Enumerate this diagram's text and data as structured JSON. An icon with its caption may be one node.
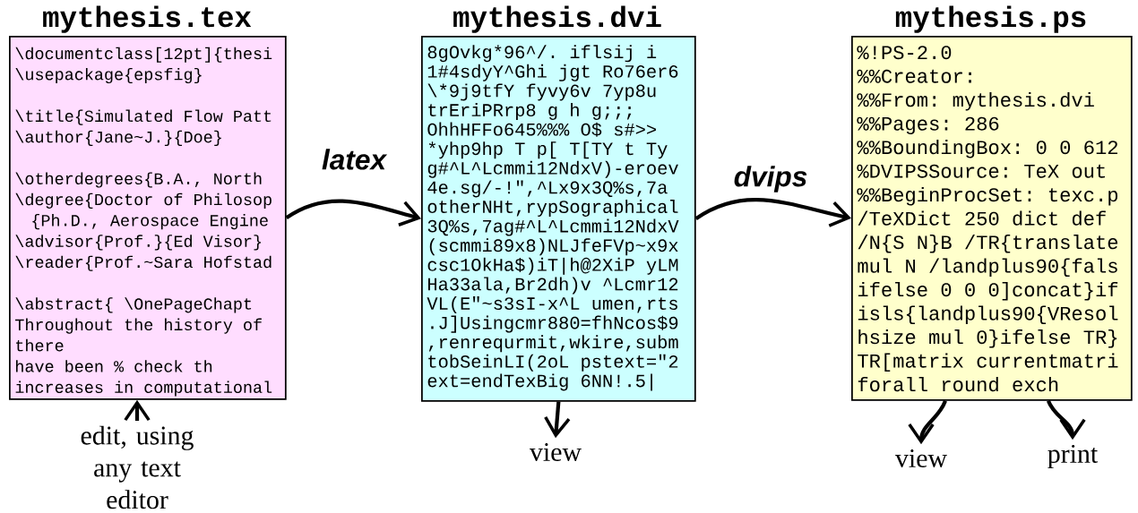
{
  "diagram": {
    "nodes": [
      {
        "text": [
          "mythesis.tex",
          "\\documentclass[12pt]{thesi",
          "\\usepackage{epsfig}",
          "\\title{Simulated Flow Patt",
          "\\author{Jane~J.}{Doe}",
          "\\otherdegrees{B.A., North",
          "\\degree{Doctor of Philosop",
          "{Ph.D., Aerospace Engine",
          "\\advisor{Prof.}{Ed Visor}",
          "\\reader{Prof.~Sara Hofstad",
          "\\abstract{ \\OnePageChapt",
          "Throughout the history of",
          "there",
          "have been % check th",
          "increases in computational"
        ]
      },
      {
        "text": [
          "mythesis.dvi",
          "8gOvkg*96^/. iflsij i",
          "1#4sdyY^Ghi jgt Ro76er6",
          "\\*9j9tfY fyvy6v 7yp8u",
          "trEriPRrp8 g h g;;;",
          "OhhHFFo645%%% O$ s#>>",
          "*yhp9hp T p[ T[TY t Ty",
          "g#^L^Lcmmi12NdxV)-eroev",
          "4e.sg/-!\",^Lx9x3Q%s,7a",
          "otherNHt,rypSographical",
          "3Q%s,7ag#^L^Lcmmi12NdxV",
          "(scmmi89x8)NLJfeFVp~x9x",
          "csc1OkHa$)iT|h@2XiP yLM",
          "Ha33ala,Br2dh)v ^Lcmr12",
          "VL(E\"~s3sI-x^L umen,rts",
          ".J]Usingcmr880=fhNcos$9",
          ",renrequrmit,wkire,subm",
          "tobSeinLI(2oL pstext=\"2",
          "ext=endTexBig 6NN!.5|"
        ]
      },
      {
        "text": [
          "mythesis.ps",
          "%!PS-2.0",
          "%%Creator:",
          "%%From: mythesis.dvi",
          "%%Pages: 286",
          "%%BoundingBox: 0 0 612",
          "%DVIPSSource: TeX out",
          "%%BeginProcSet: texc.p",
          "/TeXDict 250 dict def",
          "/N{S N}B /TR{translate",
          "mul N /landplus90{fals",
          "ifelse 0 0 0]concat}if",
          "isls{landplus90{VResol",
          "hsize mul 0}ifelse TR}",
          "TR[matrix currentmatri",
          "forall round exch"
        ]
      },
      {
        "text": [
          "edit, using any text editor"
        ]
      },
      {
        "text": [
          "view"
        ]
      },
      {
        "text": [
          "view"
        ]
      },
      {
        "text": [
          "print"
        ]
      }
    ],
    "edges": [
      {
        "from": 3,
        "to": 0,
        "arrow": "to"
      },
      {
        "from": 0,
        "to": 1,
        "arrow": "to",
        "label": "latex"
      },
      {
        "from": 1,
        "to": 4,
        "arrow": "to"
      },
      {
        "from": 1,
        "to": 2,
        "arrow": "to",
        "label": "dvips"
      },
      {
        "from": 2,
        "to": 5,
        "arrow": "to"
      },
      {
        "from": 2,
        "to": 6,
        "arrow": "to"
      }
    ]
  }
}
